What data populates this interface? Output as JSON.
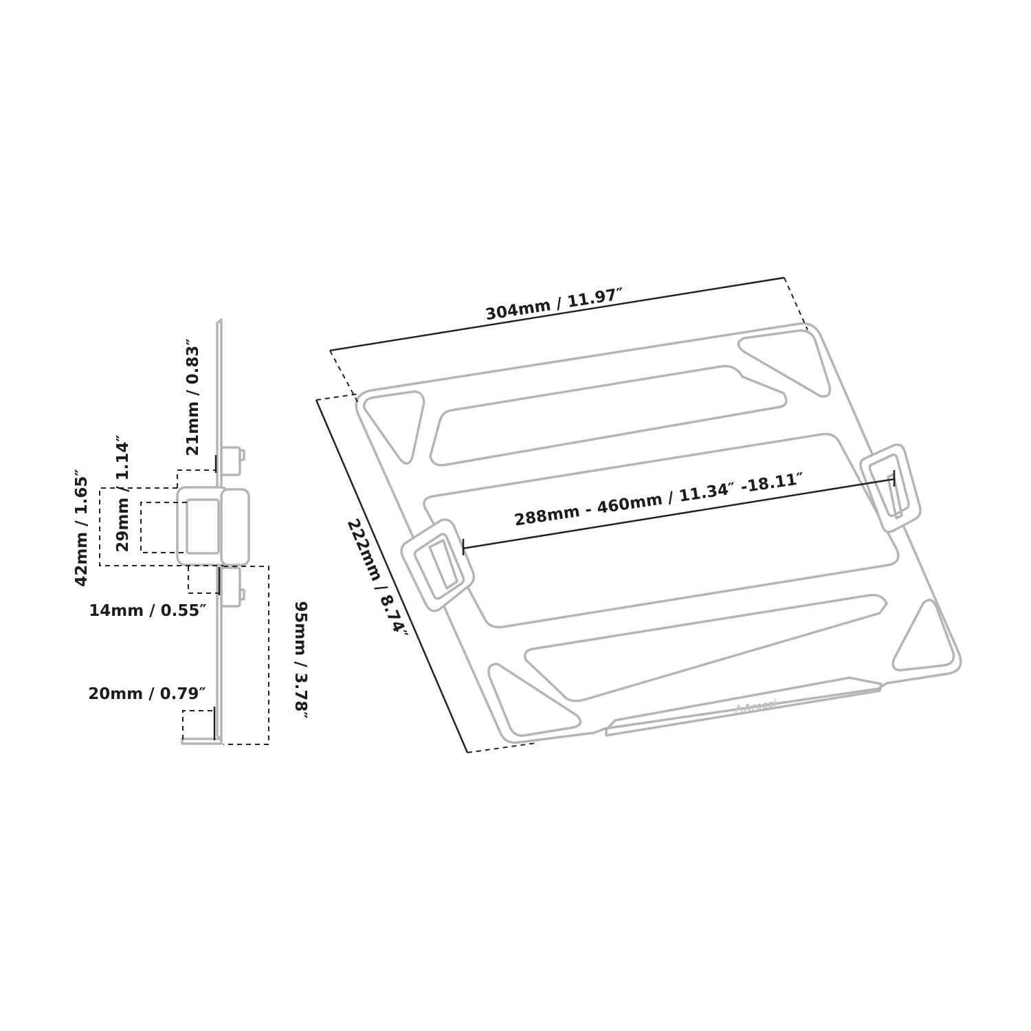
{
  "side_view": {
    "labels": {
      "top_offset": "21mm / 0.83″",
      "clip_height": "42mm / 1.65″",
      "clip_inner": "29mm / 1.14″",
      "clip_depth": "14mm / 0.55″",
      "lower_length": "95mm / 3.78″",
      "lip_height": "20mm / 0.79″"
    }
  },
  "top_view": {
    "labels": {
      "width": "304mm / 11.97″",
      "depth": "222mm / 8.74″",
      "clamp_range": "288mm - 460mm / 11.34″ -18.11″"
    },
    "brand_logo": "Arozzi"
  },
  "colors": {
    "part_outline": "#b5b5b5",
    "dimension_line": "#222222",
    "text": "#1c1c1c"
  }
}
